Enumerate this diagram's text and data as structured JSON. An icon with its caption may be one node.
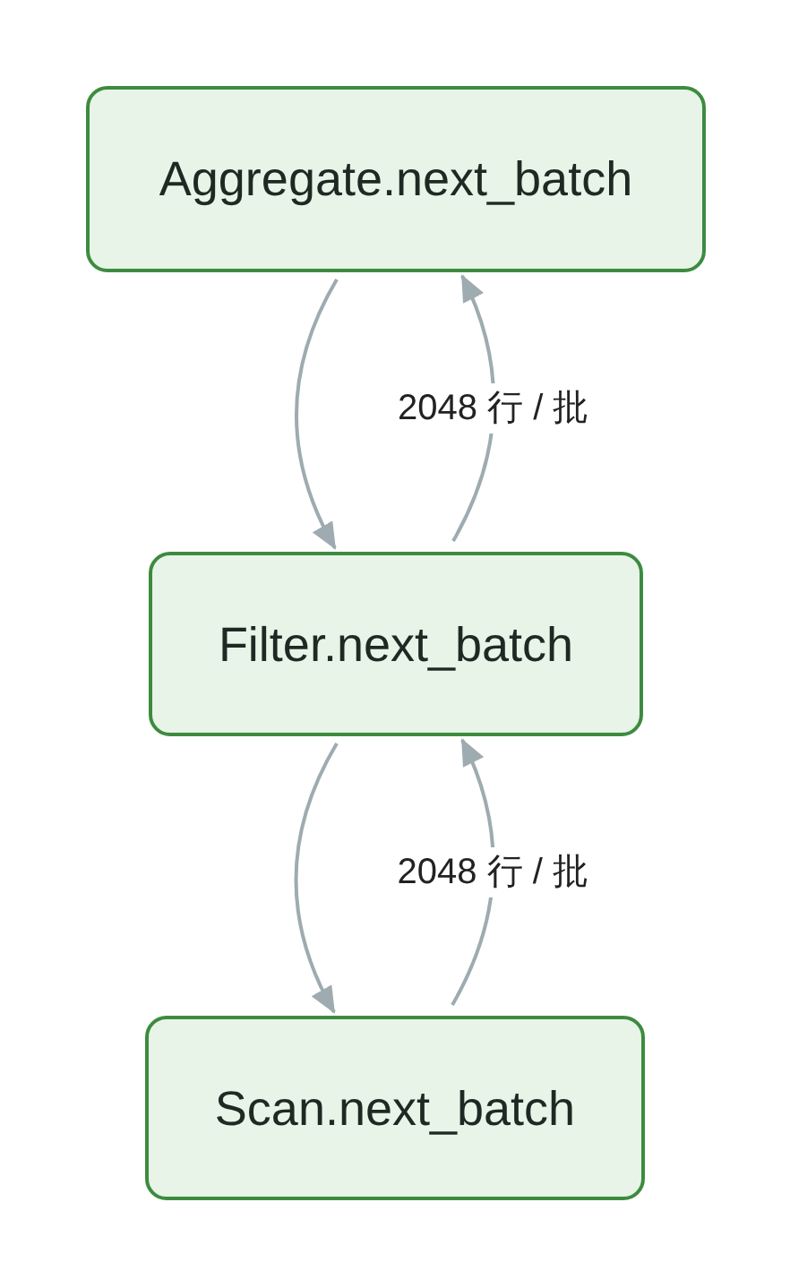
{
  "diagram": {
    "nodes": [
      {
        "text": [
          "Aggregate.next_batch"
        ]
      },
      {
        "text": [
          "Filter.next_batch"
        ]
      },
      {
        "text": [
          "Scan.next_batch"
        ]
      }
    ],
    "edges": [
      {
        "from": 0,
        "to": 1,
        "arrow": "to"
      },
      {
        "from": 1,
        "to": 0,
        "arrow": "to",
        "label": "2048 行 / 批"
      },
      {
        "from": 1,
        "to": 2,
        "arrow": "to"
      },
      {
        "from": 2,
        "to": 1,
        "arrow": "to",
        "label": "2048 行 / 批"
      }
    ]
  }
}
